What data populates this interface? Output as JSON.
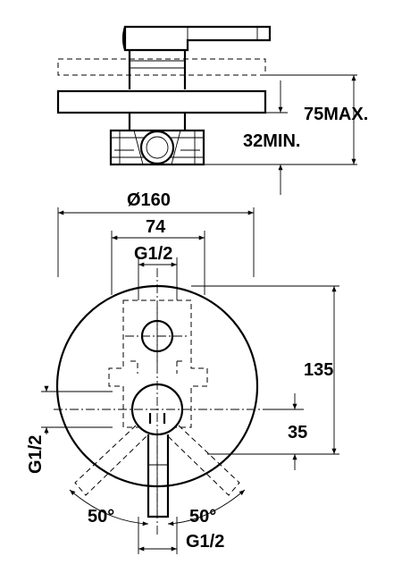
{
  "side_view": {
    "dim_overall": "75MAX.",
    "dim_min": "32MIN."
  },
  "front_view": {
    "dim_diameter": "Ø160",
    "dim_width": "74",
    "dim_top_port": "G1/2",
    "dim_height": "135",
    "dim_offset": "35",
    "dim_side_port": "G1/2",
    "angle_left": "50°",
    "angle_right": "50°",
    "dim_bottom_port": "G1/2"
  }
}
